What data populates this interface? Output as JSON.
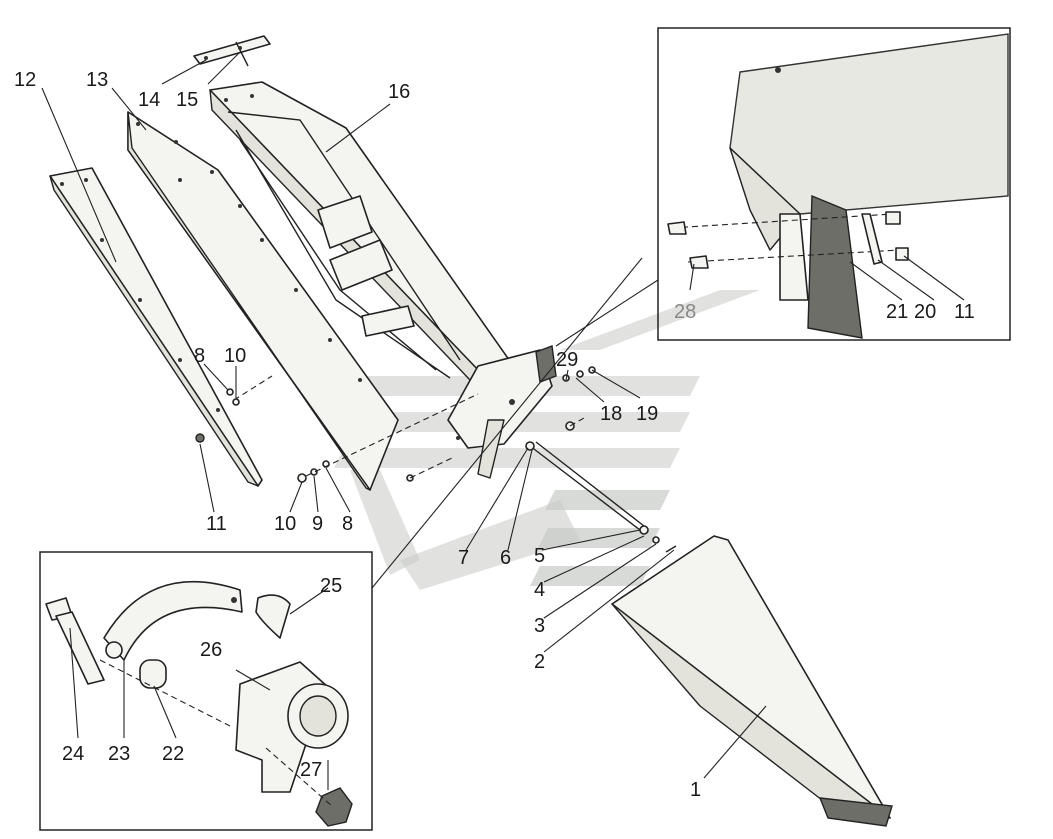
{
  "diagram": {
    "callouts": {
      "c1": "1",
      "c2": "2",
      "c3": "3",
      "c4": "4",
      "c5": "5",
      "c6": "6",
      "c7": "7",
      "c8a": "8",
      "c8b": "8",
      "c9": "9",
      "c10a": "10",
      "c10b": "10",
      "c11a": "11",
      "c11b": "11",
      "c12": "12",
      "c13": "13",
      "c14": "14",
      "c15": "15",
      "c16": "16",
      "c18": "18",
      "c19": "19",
      "c20": "20",
      "c21": "21",
      "c22": "22",
      "c23": "23",
      "c24": "24",
      "c25": "25",
      "c26": "26",
      "c27": "27",
      "c28": "28",
      "c29": "29"
    },
    "colors": {
      "line": "#222222",
      "part_fill": "#f4f4f0",
      "watermark": "#c9cbc6",
      "dark_part": "#6e6e68"
    }
  }
}
